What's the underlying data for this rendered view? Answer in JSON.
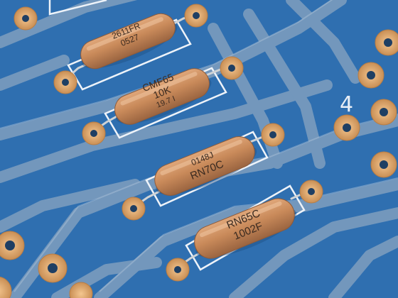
{
  "scene": {
    "board_color": "#2f6fb0",
    "trace_color": "#7f9fbf",
    "pad_color": "#d9a066",
    "resistor_body_color": "#c98a5a"
  },
  "silkscreen": {
    "board_number": "4"
  },
  "resistors": [
    {
      "lines": [
        "2611FR",
        "0527"
      ]
    },
    {
      "lines": [
        "CMF65",
        "10K",
        "19.7 I"
      ]
    },
    {
      "lines": [
        "0148J",
        "RN70C"
      ]
    },
    {
      "lines": [
        "RN65C",
        "1002F"
      ]
    }
  ]
}
